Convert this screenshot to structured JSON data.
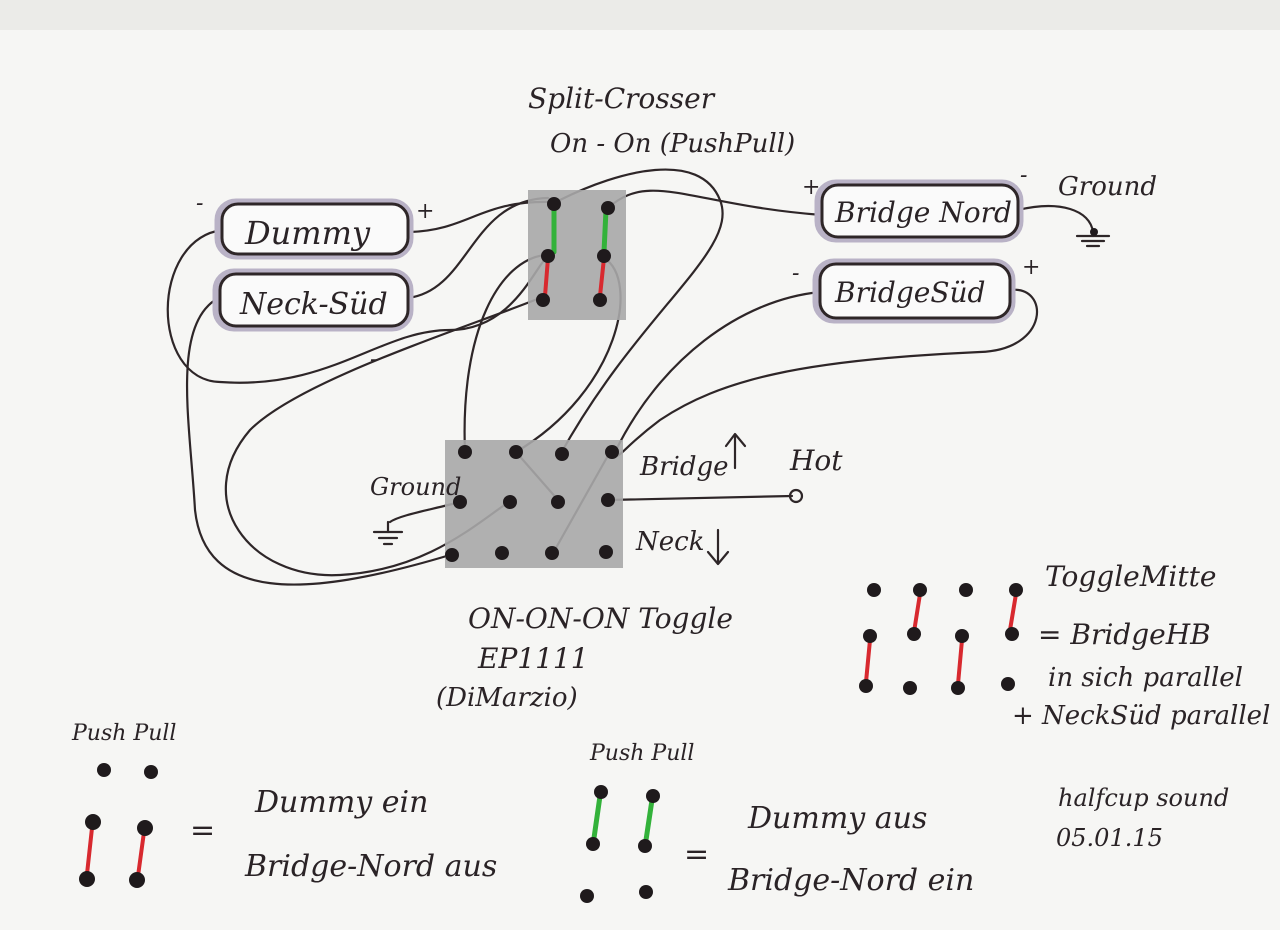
{
  "colors": {
    "paper": "#f6f6f4",
    "ink": "#2e2628",
    "red_jumper": "#d8292f",
    "green_jumper": "#33b23a",
    "switch_fill": "#a8a8a8"
  },
  "pushpull_switch": {
    "title_line1": "Split-Crosser",
    "title_line2": "On - On (PushPull)"
  },
  "pickups": {
    "dummy": {
      "label": "Dummy",
      "minus": "-",
      "plus": "+"
    },
    "neck_sued": {
      "label": "Neck-Süd",
      "minus": "-"
    },
    "bridge_nord": {
      "label": "Bridge Nord",
      "minus": "-",
      "plus": "+"
    },
    "bridge_sued": {
      "label": "BridgeSüd",
      "minus": "-",
      "plus": "+"
    }
  },
  "ground_top": "Ground",
  "toggle": {
    "ground_label": "Ground",
    "bridge_label": "Bridge",
    "neck_label": "Neck",
    "hot_label": "Hot",
    "name_line1": "ON-ON-ON Toggle",
    "name_line2": "EP1111",
    "name_line3": "(DiMarzio)"
  },
  "toggle_mitte": {
    "line1": "ToggleMitte",
    "line2": "= BridgeHB",
    "line3": "in sich parallel",
    "line4": "+ NeckSüd parallel"
  },
  "legend_push": {
    "heading": "Push Pull",
    "equals": "=",
    "line1": "Dummy ein",
    "line2": "Bridge-Nord aus"
  },
  "legend_pull": {
    "heading": "Push Pull",
    "equals": "=",
    "line1": "Dummy aus",
    "line2": "Bridge-Nord ein"
  },
  "signature": {
    "line1": "halfcup sound",
    "line2": "05.01.15"
  }
}
